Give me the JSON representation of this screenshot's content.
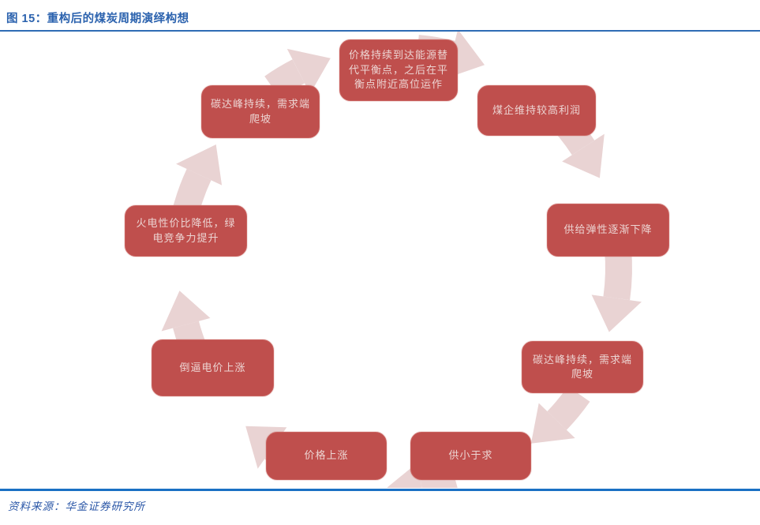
{
  "figure": {
    "title": "图 15：重构后的煤炭周期演绎构想",
    "source": "资料来源：华金证券研究所"
  },
  "colors": {
    "box_red": "#bf4f4d",
    "box_text": "#ecd4d2",
    "ring_pink": "#e9d3d3",
    "title_blue": "#2b62ae",
    "footer_rule_blue": "#1a70c4"
  },
  "cycle": {
    "direction": "clockwise",
    "nodes": [
      {
        "id": "price-equilibrium",
        "text": "价格持续到达能源替\n代平衡点，之后在平\n衡点附近高位运作"
      },
      {
        "id": "coal-profit",
        "text": "煤企维持较高利润"
      },
      {
        "id": "supply-elasticity",
        "text": "供给弹性逐渐下降"
      },
      {
        "id": "carbon-peak-demand-right",
        "text": "碳达峰持续，需求端\n爬坡"
      },
      {
        "id": "supply-less-than-demand",
        "text": "供小于求"
      },
      {
        "id": "price-rise",
        "text": "价格上涨"
      },
      {
        "id": "electricity-price-rise",
        "text": "倒逼电价上涨"
      },
      {
        "id": "thermal-vs-green-power",
        "text": "火电性价比降低，绿\n电竞争力提升"
      },
      {
        "id": "carbon-peak-demand-left",
        "text": "碳达峰持续，需求端\n爬坡"
      }
    ]
  }
}
